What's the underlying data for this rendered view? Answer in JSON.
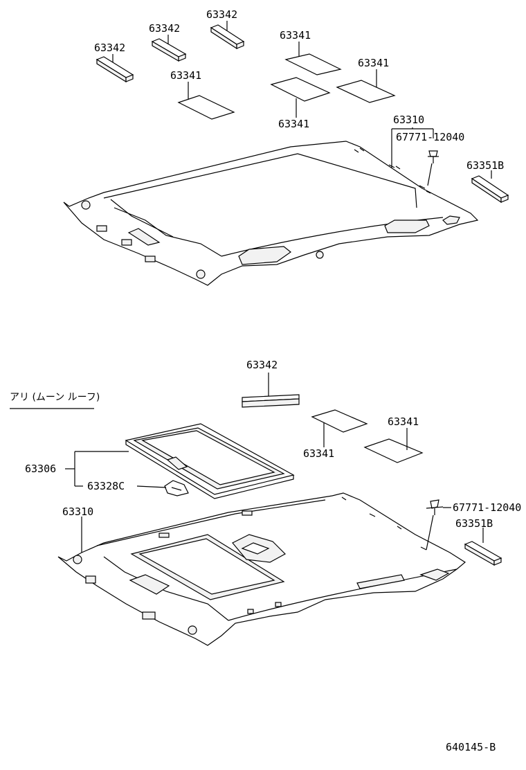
{
  "upper": {
    "labels": {
      "a": "63342",
      "b": "63342",
      "c": "63342",
      "d": "63341",
      "e": "63341",
      "f": "63341",
      "g": "63341",
      "h": "63310",
      "i": "67771-12040",
      "j": "63351B"
    }
  },
  "lower": {
    "title": "アリ (ムーン ルーフ)",
    "labels": {
      "a": "63342",
      "b": "63341",
      "c": "63341",
      "d": "63306",
      "e": "63328C",
      "f": "63310",
      "g": "67771-12040",
      "h": "63351B"
    }
  },
  "footer": {
    "code": "640145-B"
  }
}
